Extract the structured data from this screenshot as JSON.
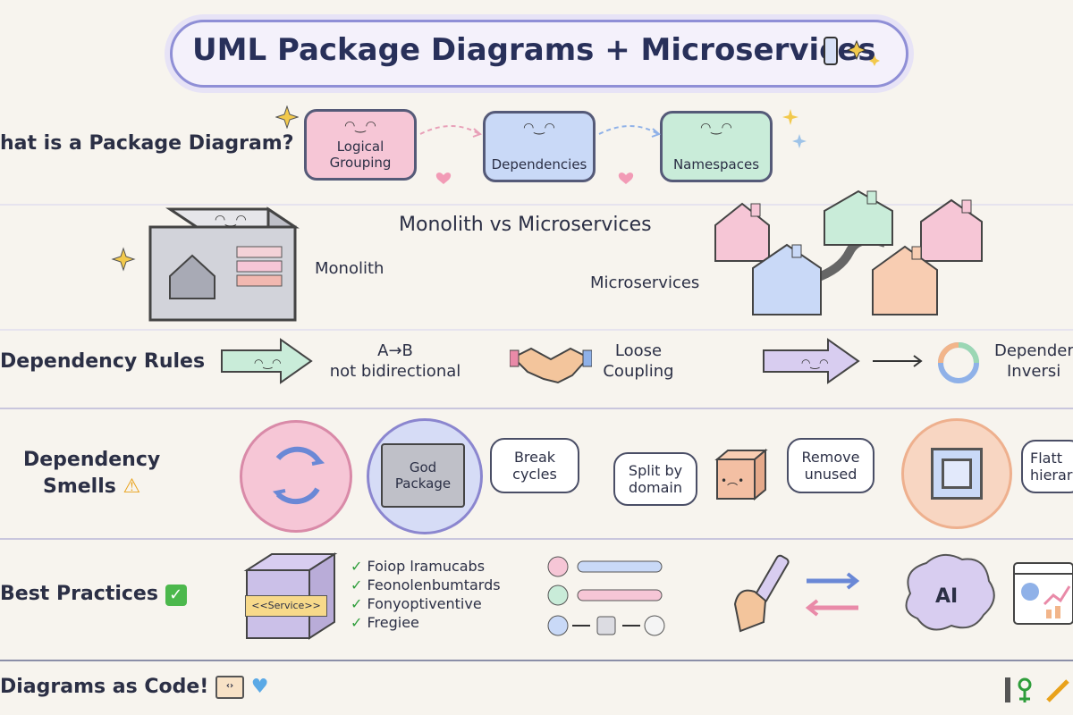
{
  "title": "UML Package Diagrams + Microservices",
  "colors": {
    "pink": "#f6c6d6",
    "blue": "#c9d9f7",
    "mint": "#c9ecd9",
    "peach": "#f8cdb2",
    "lavender": "#d8cdf0",
    "check_green": "#2e9d3a",
    "title_border": "#8f8fd6"
  },
  "sections": {
    "what_is": {
      "label": "hat is a Package Diagram?",
      "cards": [
        "Logical Grouping",
        "Dependencies",
        "Namespaces"
      ]
    },
    "mono_micro": {
      "heading": "Monolith vs Microservices",
      "monolith_label": "Monolith",
      "micro_label": "Microservices"
    },
    "rules": {
      "label": "Dependency Rules",
      "ab_line1": "A→B",
      "ab_line2": "not bidirectional",
      "loose_line1": "Loose",
      "loose_line2": "Coupling",
      "dep_inv_line1": "Depender",
      "dep_inv_line2": "Inversi"
    },
    "smells": {
      "label_line1": "Dependency",
      "label_line2": "Smells",
      "god_package_line1": "God",
      "god_package_line2": "Package",
      "break_cycles_line1": "Break",
      "break_cycles_line2": "cycles",
      "split_line1": "Split by",
      "split_line2": "domain",
      "remove_line1": "Remove",
      "remove_line2": "unused",
      "flatten_line1": "Flatt",
      "flatten_line2": "hierar"
    },
    "best": {
      "label": "Best Practices",
      "box_label": "<<Service>>",
      "checks": [
        "Foiop lramucabs",
        "Feonolenbumtards",
        "Fonyoptiventive",
        "Fregiee"
      ],
      "ai_label": "AI"
    },
    "footer": {
      "label": "Diagrams as Code!"
    }
  },
  "icons": [
    "sparkle-icon",
    "heart-icon",
    "house-icon",
    "warning-icon",
    "check-icon",
    "handshake-icon",
    "brain-icon",
    "dashboard-icon",
    "pencil-icon",
    "scroll-icon"
  ]
}
